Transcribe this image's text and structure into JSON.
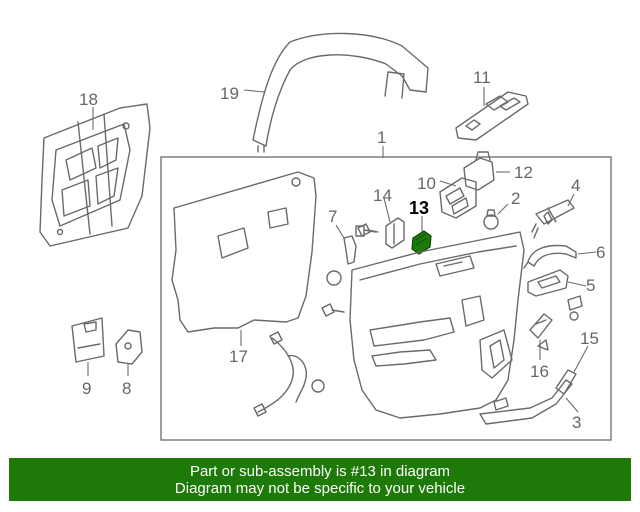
{
  "callouts": {
    "c1": "1",
    "c2": "2",
    "c3": "3",
    "c4": "4",
    "c5": "5",
    "c6": "6",
    "c7": "7",
    "c8": "8",
    "c9": "9",
    "c10": "10",
    "c11": "11",
    "c12": "12",
    "c13": "13",
    "c14": "14",
    "c15": "15",
    "c16": "16",
    "c17": "17",
    "c18": "18",
    "c19": "19"
  },
  "highlighted_part": "13",
  "highlight_color": "#1d7a08",
  "banner": {
    "line1": "Part or sub-assembly is #13 in diagram",
    "line2": "Diagram may not be specific to your vehicle",
    "background": "#1d7a08",
    "text_color": "#ffffff"
  }
}
